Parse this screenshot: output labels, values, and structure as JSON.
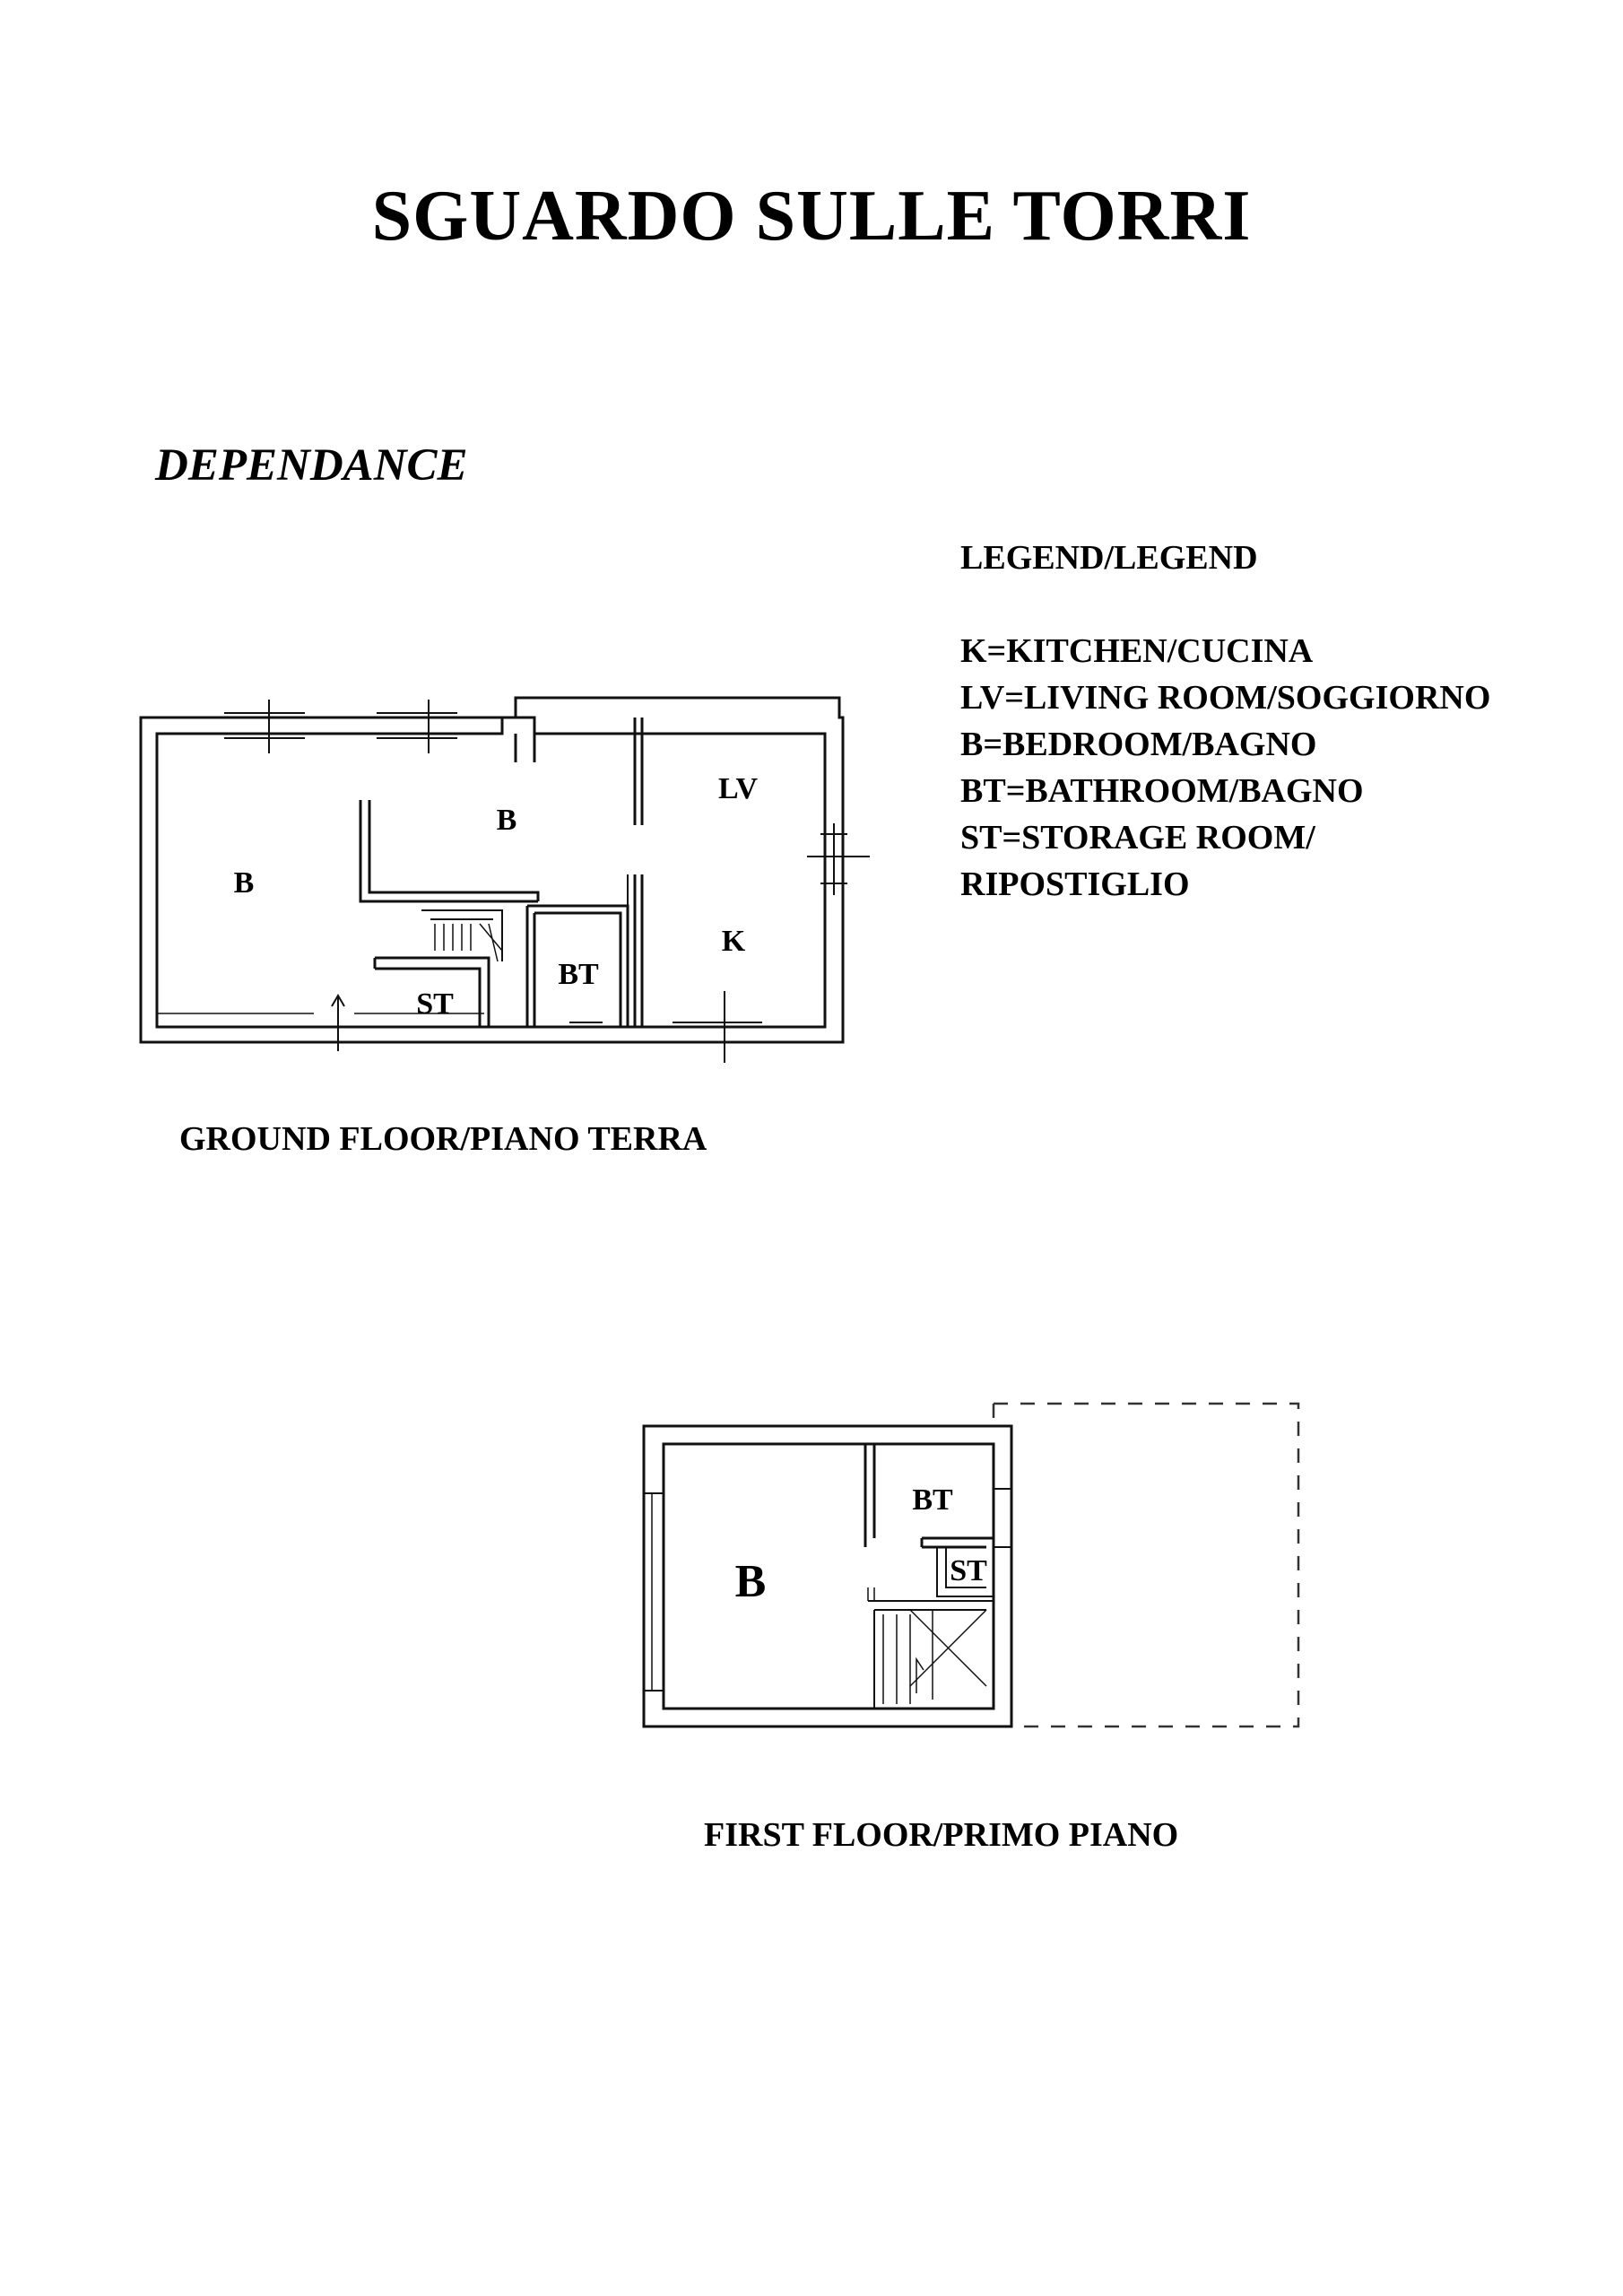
{
  "title": "SGUARDO SULLE TORRI",
  "subtitle": "DEPENDANCE",
  "legend": {
    "heading": "LEGEND/LEGEND",
    "items": [
      "K=KITCHEN/CUCINA",
      "LV=LIVING ROOM/SOGGIORNO",
      "B=BEDROOM/BAGNO",
      "BT=BATHROOM/BAGNO",
      "ST=STORAGE ROOM/",
      "RIPOSTIGLIO"
    ]
  },
  "ground_floor": {
    "caption": "GROUND FLOOR/PIANO TERRA",
    "rooms": {
      "b_left": "B",
      "b_center": "B",
      "lv": "LV",
      "k": "K",
      "bt": "BT",
      "st": "ST"
    }
  },
  "first_floor": {
    "caption": "FIRST FLOOR/PRIMO PIANO",
    "rooms": {
      "b": "B",
      "bt": "BT",
      "st": "ST"
    }
  }
}
